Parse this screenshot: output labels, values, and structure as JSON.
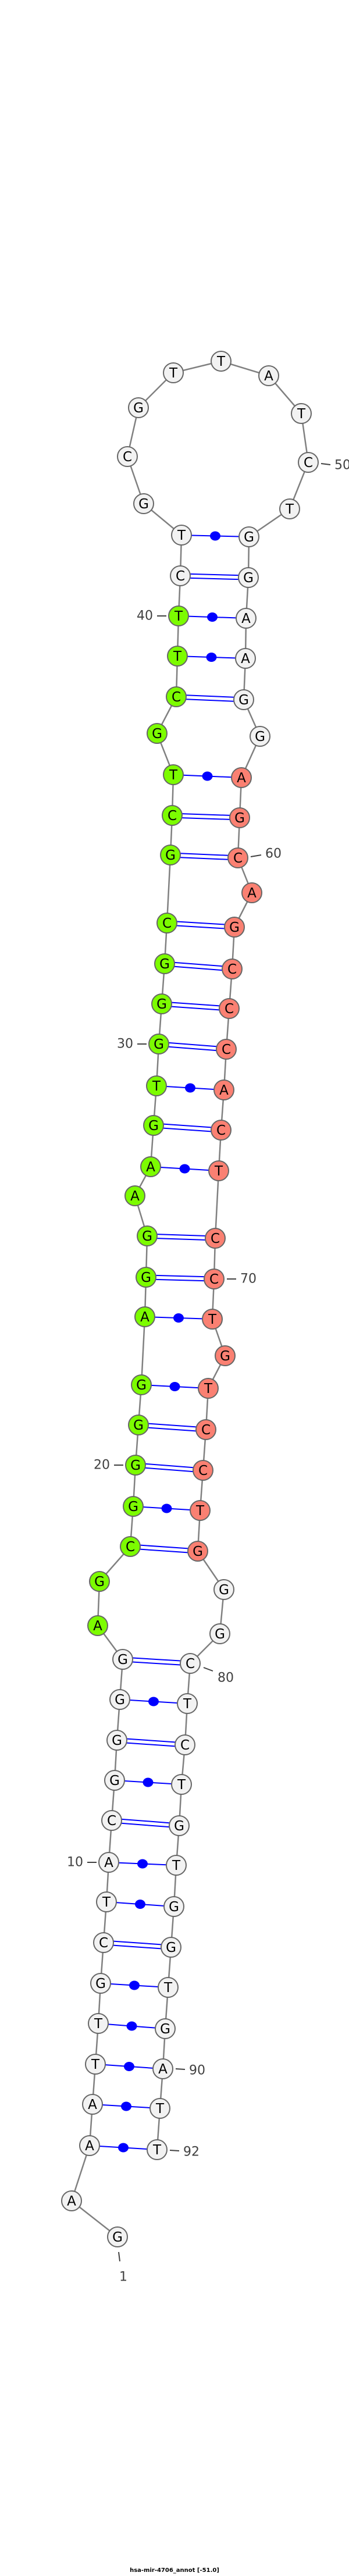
{
  "title": "hsa-mir-4706_annot [-51.0]",
  "structure": {
    "sequence": [
      "G",
      "A",
      "A",
      "A",
      "T",
      "T",
      "G",
      "C",
      "T",
      "A",
      "C",
      "G",
      "G",
      "G",
      "G",
      "A",
      "G",
      "C",
      "G",
      "G",
      "G",
      "G",
      "A",
      "G",
      "G",
      "A",
      "A",
      "G",
      "T",
      "G",
      "G",
      "G",
      "C",
      "G",
      "C",
      "T",
      "G",
      "C",
      "T",
      "T",
      "C",
      "T",
      "G",
      "C",
      "G",
      "T",
      "T",
      "A",
      "T",
      "C",
      "T",
      "G",
      "G",
      "A",
      "A",
      "G",
      "G",
      "A",
      "G",
      "C",
      "A",
      "G",
      "C",
      "C",
      "C",
      "A",
      "C",
      "T",
      "C",
      "C",
      "T",
      "G",
      "T",
      "C",
      "C",
      "T",
      "G",
      "G",
      "G",
      "C",
      "T",
      "C",
      "T",
      "G",
      "T",
      "G",
      "G",
      "T",
      "G",
      "A",
      "T",
      "T"
    ],
    "pairs": [
      [
        3,
        92
      ],
      [
        4,
        91
      ],
      [
        5,
        90
      ],
      [
        6,
        89
      ],
      [
        7,
        88
      ],
      [
        8,
        87
      ],
      [
        9,
        86
      ],
      [
        10,
        85
      ],
      [
        11,
        84
      ],
      [
        12,
        83
      ],
      [
        13,
        82
      ],
      [
        14,
        81
      ],
      [
        15,
        80
      ],
      [
        18,
        77
      ],
      [
        19,
        76
      ],
      [
        20,
        75
      ],
      [
        21,
        74
      ],
      [
        22,
        73
      ],
      [
        23,
        71
      ],
      [
        24,
        70
      ],
      [
        25,
        69
      ],
      [
        27,
        68
      ],
      [
        28,
        67
      ],
      [
        29,
        66
      ],
      [
        30,
        65
      ],
      [
        31,
        64
      ],
      [
        32,
        63
      ],
      [
        33,
        62
      ],
      [
        34,
        60
      ],
      [
        35,
        59
      ],
      [
        36,
        58
      ],
      [
        38,
        56
      ],
      [
        39,
        55
      ],
      [
        40,
        54
      ],
      [
        41,
        53
      ],
      [
        42,
        52
      ]
    ],
    "highlights": [
      {
        "from": 16,
        "to": 40,
        "color": "#7cfc00"
      },
      {
        "from": 58,
        "to": 77,
        "color": "#fa8072"
      }
    ],
    "default_color": "#f2f2f2",
    "pair_color": "#0000ff",
    "number_labels": [
      "1",
      "10",
      "20",
      "30",
      "40",
      "50",
      "60",
      "70",
      "80",
      "90",
      "92"
    ]
  }
}
